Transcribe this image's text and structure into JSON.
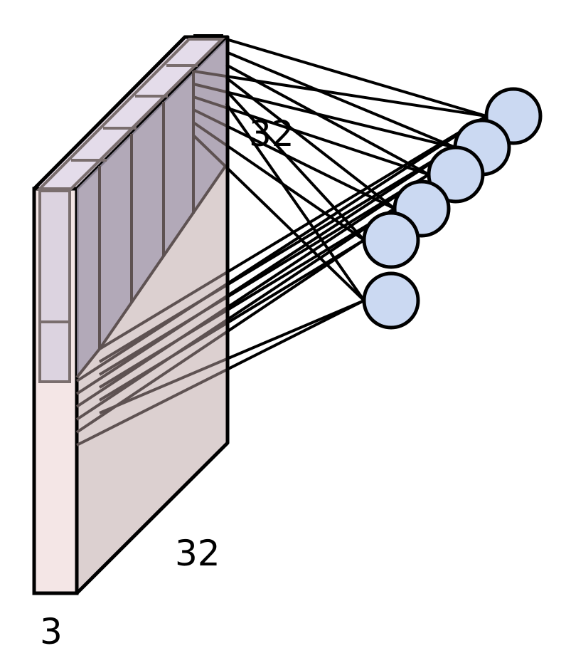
{
  "labels": {
    "width": "32",
    "height": "32",
    "depth": "3"
  },
  "neuron_count": 6,
  "colors": {
    "front_face": "#f4e6e6",
    "side_face": "#dcd0d0",
    "top_face": "#e6dce8",
    "filter_front": "#dcd3e0",
    "filter_side": "#b0a8b8",
    "neuron_fill": "#cbd9f2",
    "stroke": "#000000",
    "filter_stroke": "#5e5252"
  }
}
